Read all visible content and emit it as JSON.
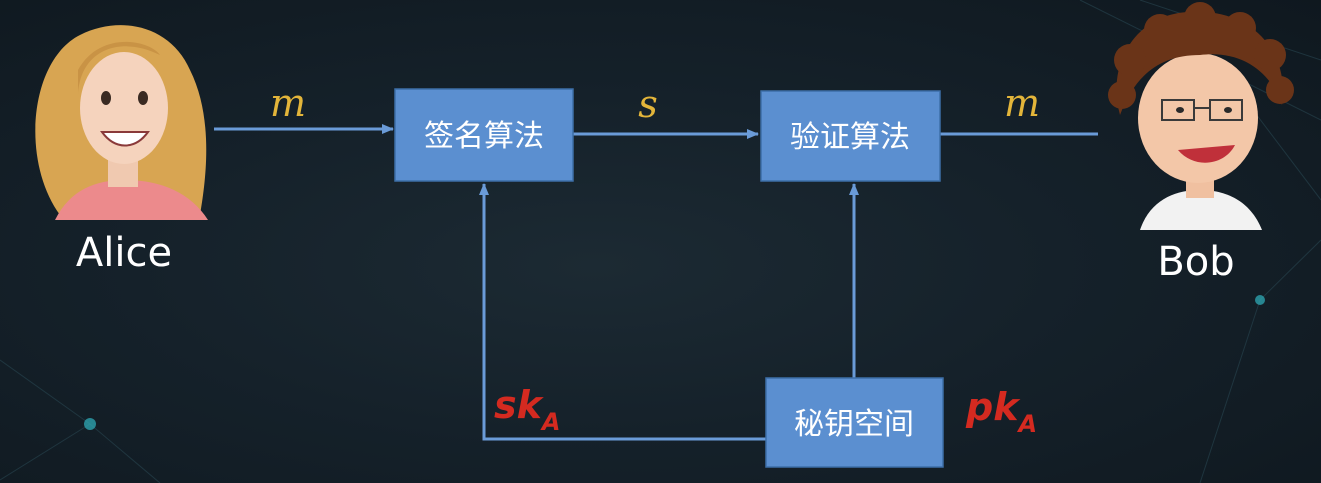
{
  "people": {
    "sender": "Alice",
    "receiver": "Bob"
  },
  "boxes": {
    "sign": "签名算法",
    "verify": "验证算法",
    "keyspace": "秘钥空间"
  },
  "edge_labels": {
    "message_in": "m",
    "signature": "s",
    "message_out": "m",
    "secret_key": "sk",
    "secret_key_sub": "A",
    "public_key": "pk",
    "public_key_sub": "A"
  },
  "colors": {
    "background": "#15212a",
    "box_fill": "#5b8fd0",
    "arrow": "#6a9bd8",
    "message_label": "#e3b53a",
    "key_label": "#d42a20"
  }
}
